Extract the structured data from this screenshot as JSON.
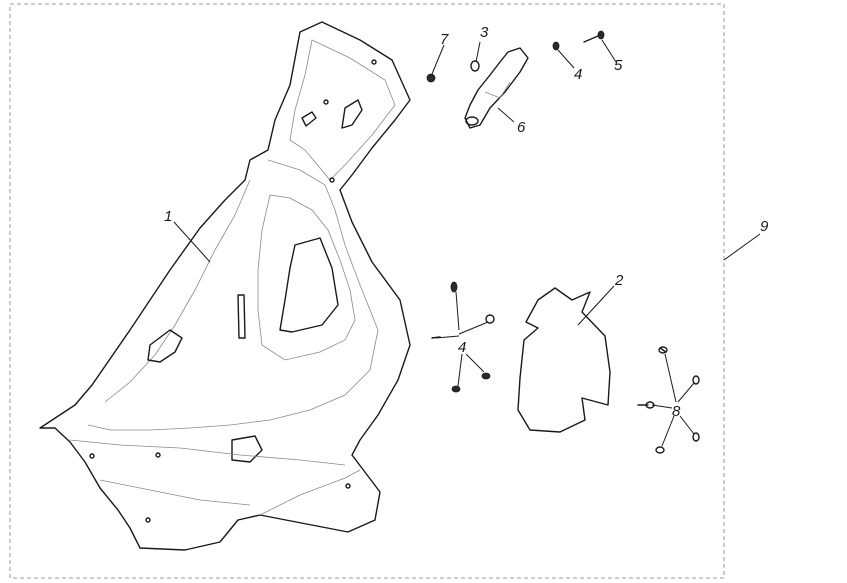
{
  "labels": {
    "l1": "1",
    "l2": "2",
    "l3": "3",
    "l4a": "4",
    "l4b": "4",
    "l5": "5",
    "l6": "6",
    "l7": "7",
    "l8": "8",
    "l9": "9"
  }
}
